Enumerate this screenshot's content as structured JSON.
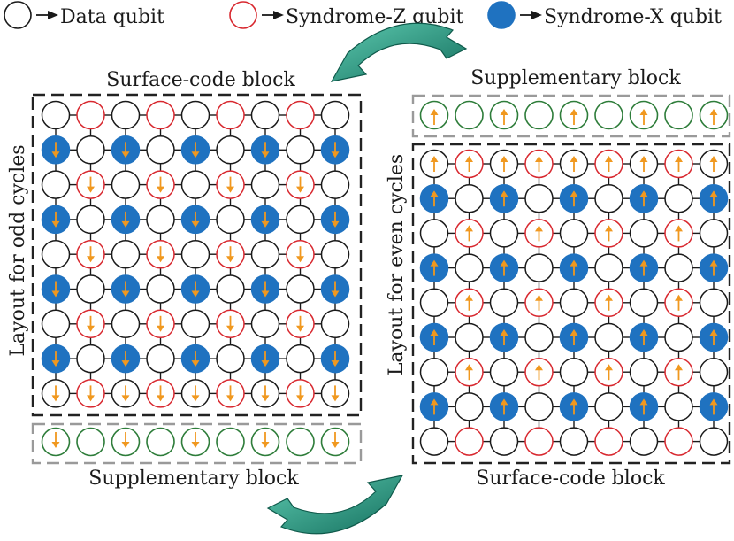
{
  "legend": {
    "data_label": "Data qubit",
    "syndrome_z_label": "Syndrome-Z qubit",
    "syndrome_x_label": "Syndrome-X qubit"
  },
  "left_panel": {
    "top_label": "Surface-code block",
    "bottom_label": "Supplementary block",
    "side_label": "Layout for odd cycles",
    "arrow_direction": "down"
  },
  "right_panel": {
    "top_label": "Supplementary block",
    "bottom_label": "Surface-code block",
    "side_label": "Layout for even cycles",
    "arrow_direction": "up"
  },
  "colors": {
    "data_stroke": "#1a1a1a",
    "syndrome_z_stroke": "#d8282f",
    "syndrome_x_fill": "#1f72c0",
    "supplementary_stroke": "#2e7d3a",
    "arrow": "#f0981f",
    "link": "#1a1a1a",
    "block_border": "#222222",
    "supp_border": "#9a9a9a",
    "swap_arrow_light": "#3fb39a",
    "swap_arrow_dark": "#17806d"
  },
  "icons": [
    "circular-swap-arrow-icon"
  ]
}
